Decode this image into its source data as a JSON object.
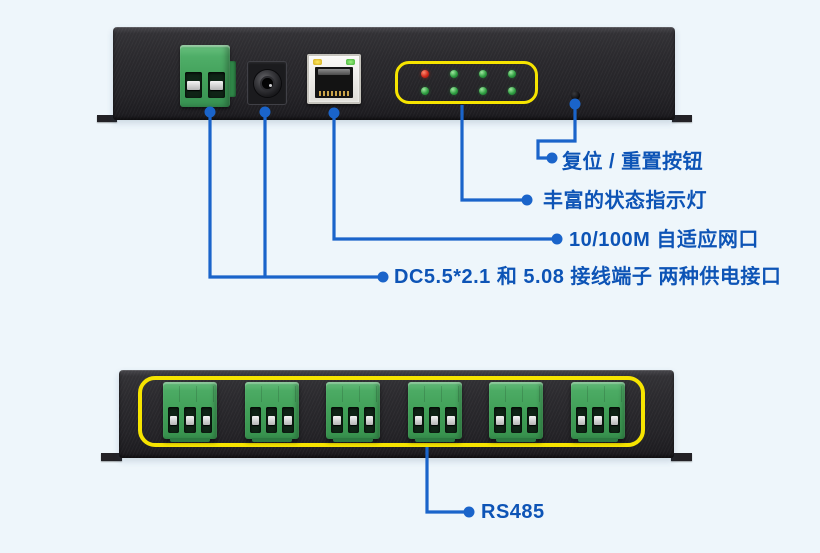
{
  "colors": {
    "bg": "#eef6fb",
    "line_blue": "#1a64ca",
    "label_blue": "#0d54b6",
    "highlight_yellow": "#f6e400",
    "terminal_green": "#41a058",
    "led_red": "#d22a1c",
    "led_green": "#2f9e41"
  },
  "callouts": {
    "reset": {
      "label": "复位 / 重置按钮"
    },
    "status_leds": {
      "label": "丰富的状态指示灯"
    },
    "ethernet": {
      "label": "10/100M 自适应网口"
    },
    "power": {
      "label": "DC5.5*2.1 和 5.08 接线端子 两种供电接口"
    },
    "rs485": {
      "label": "RS485"
    }
  },
  "top_panel": {
    "led_grid": [
      [
        "red",
        "green",
        "green",
        "green"
      ],
      [
        "green",
        "green",
        "green",
        "green"
      ]
    ],
    "rj45_leds": [
      "yellow",
      "green"
    ]
  },
  "bottom_panel": {
    "terminal_blocks": 6,
    "pins_per_block": 3
  }
}
